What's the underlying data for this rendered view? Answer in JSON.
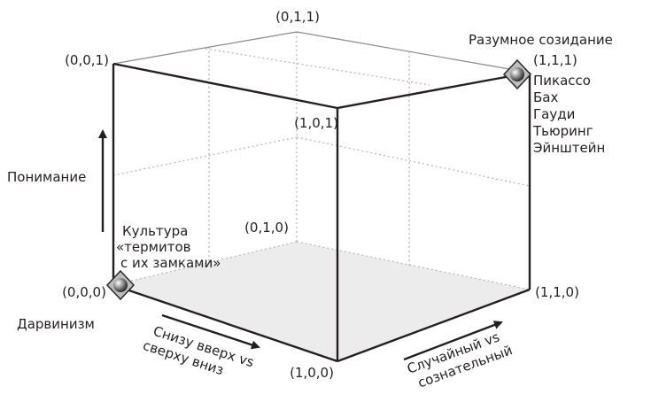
{
  "vertices": {
    "v000": "(0,0,0)",
    "v100": "(1,0,0)",
    "v110": "(1,1,0)",
    "v010": "(0,1,0)",
    "v001": "(0,0,1)",
    "v101": "(1,0,1)",
    "v111": "(1,1,1)",
    "v011": "(0,1,1)"
  },
  "axes": {
    "vertical": "Понимание",
    "bottom_left": [
      "Снизу вверх vs",
      "сверху вниз"
    ],
    "bottom_right": [
      "Случайный vs",
      "сознательный"
    ]
  },
  "corner_labels": {
    "origin_bottom": "Дарвинизм",
    "origin_top": [
      "Культура",
      "«термитов",
      "с их замками»"
    ],
    "top_title": "Разумное созидание",
    "top_names": [
      "Пикассо",
      "Бах",
      "Гауди",
      "Тьюринг",
      "Эйнштейн"
    ]
  },
  "colors": {
    "line": "#231f20",
    "grid": "#bcbcbc",
    "floor": "#ececec",
    "marker_dark": "#2a2a2a",
    "marker_light": "#bdbdbd"
  }
}
